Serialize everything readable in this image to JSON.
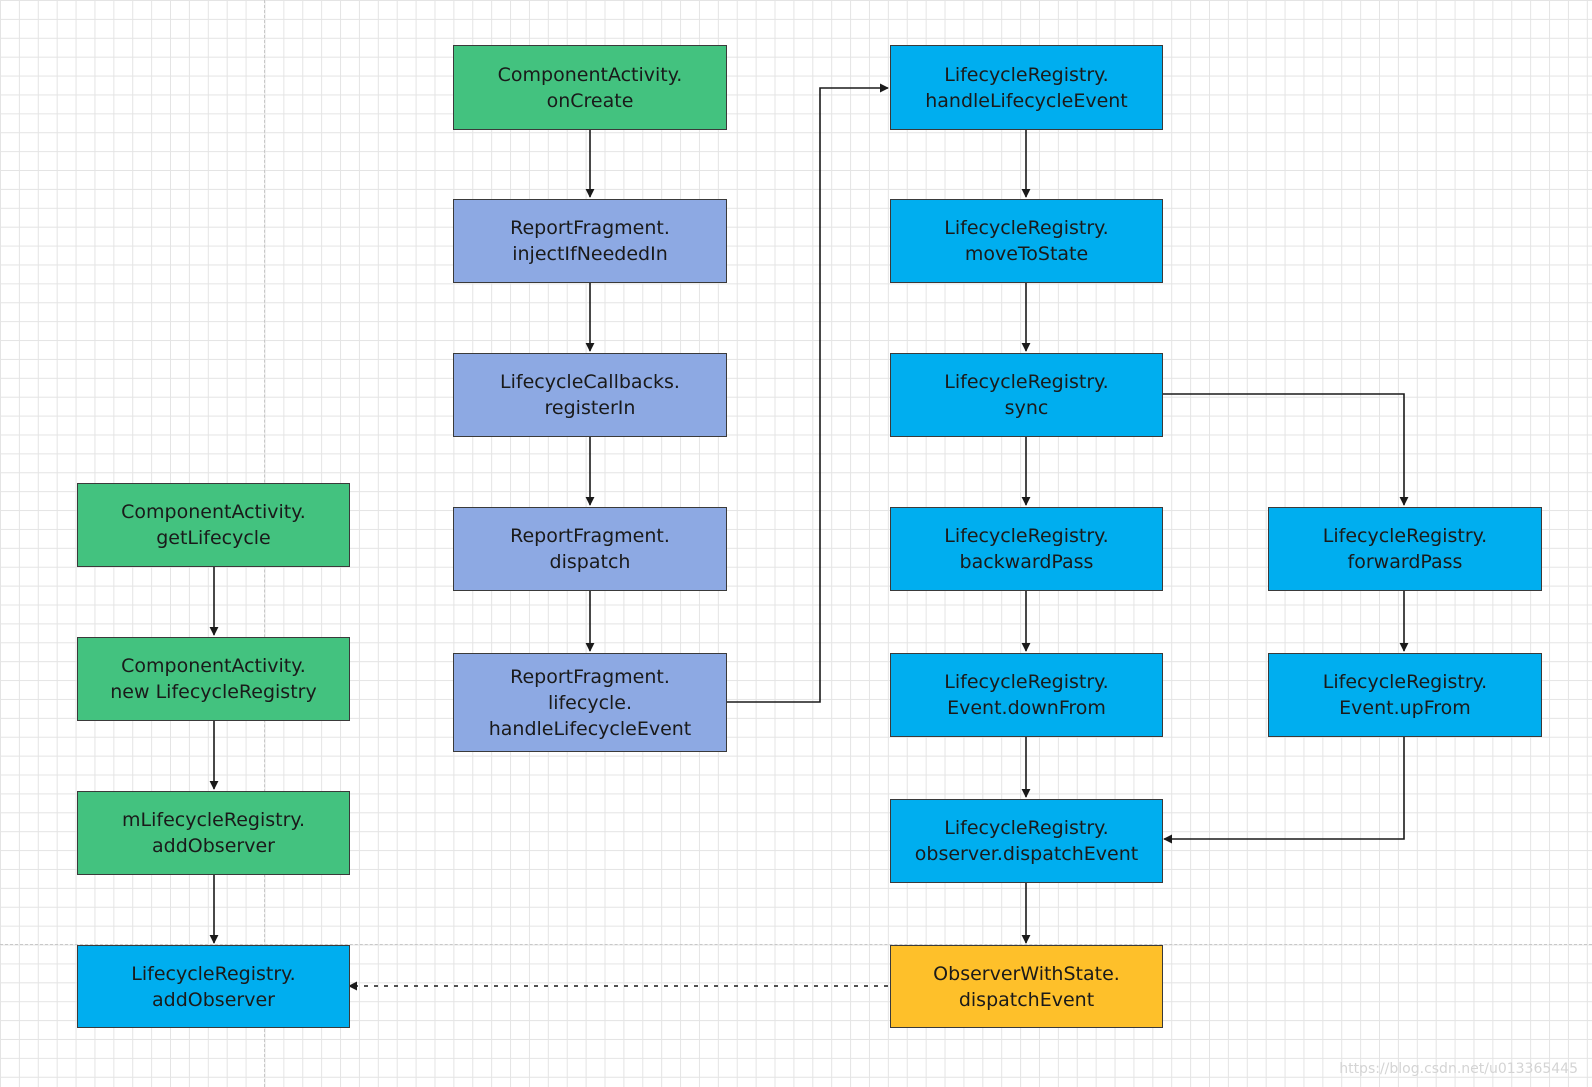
{
  "nodes": {
    "component_activity_oncreate": "ComponentActivity.\nonCreate",
    "report_fragment_inject": "ReportFragment.\ninjectIfNeededIn",
    "lifecycle_callbacks_register": "LifecycleCallbacks.\nregisterIn",
    "report_fragment_dispatch": "ReportFragment.\ndispatch",
    "report_fragment_handle": "ReportFragment.\nlifecycle.\nhandleLifecycleEvent",
    "registry_handle_event": "LifecycleRegistry.\nhandleLifecycleEvent",
    "registry_move_to_state": "LifecycleRegistry.\nmoveToState",
    "registry_sync": "LifecycleRegistry.\nsync",
    "registry_backward_pass": "LifecycleRegistry.\nbackwardPass",
    "registry_forward_pass": "LifecycleRegistry.\nforwardPass",
    "registry_event_down_from": "LifecycleRegistry.\nEvent.downFrom",
    "registry_event_up_from": "LifecycleRegistry.\nEvent.upFrom",
    "registry_observer_dispatch": "LifecycleRegistry.\nobserver.dispatchEvent",
    "observer_with_state_dispatch": "ObserverWithState.\ndispatchEvent",
    "component_activity_get_lifecycle": "ComponentActivity.\ngetLifecycle",
    "component_activity_new_registry": "ComponentActivity.\nnew LifecycleRegistry",
    "mregistry_add_observer": "mLifecycleRegistry.\naddObserver",
    "registry_add_observer": "LifecycleRegistry.\naddObserver"
  },
  "colors": {
    "green": "#43c27f",
    "purple": "#8da9e3",
    "blue": "#00aeef",
    "yellow": "#fec02a",
    "edge": "#1a1a1a"
  },
  "watermark": "https://blog.csdn.net/u013365445"
}
